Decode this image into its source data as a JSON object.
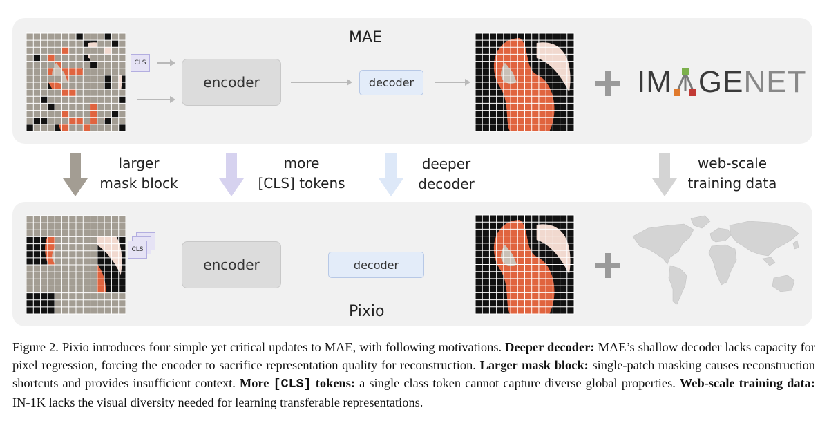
{
  "top_panel": {
    "title": "MAE",
    "cls_label": "CLS",
    "encoder_label": "encoder",
    "decoder_label": "decoder",
    "dataset_logo_text": [
      "IM",
      "GE",
      "NET"
    ]
  },
  "bottom_panel": {
    "title": "Pixio",
    "cls_label": "CLS",
    "encoder_label": "encoder",
    "decoder_label": "decoder"
  },
  "updates": [
    {
      "line1": "larger",
      "line2": "mask block",
      "arrow_color": "#a39d93"
    },
    {
      "line1": "more",
      "line2": "[CLS] tokens",
      "arrow_color": "#d6d2ef"
    },
    {
      "line1": "deeper",
      "line2": "decoder",
      "arrow_color": "#dde8f8"
    },
    {
      "line1": "web-scale",
      "line2": "training data",
      "arrow_color": "#d4d4d4"
    }
  ],
  "caption": {
    "figure_label": "Figure 2.",
    "intro": " Pixio introduces four simple yet critical updates to MAE, with following motivations. ",
    "p1_head": "Deeper decoder:",
    "p1_body": " MAE’s shallow decoder lacks capacity for pixel regression, forcing the encoder to sacrifice representation quality for reconstruction. ",
    "p2_head": "Larger mask block:",
    "p2_body": " single-patch masking causes reconstruction shortcuts and provides insufficient context. ",
    "p3_head_a": "More ",
    "p3_head_mono": "[CLS]",
    "p3_head_b": " tokens:",
    "p3_body": " a single class token cannot capture diverse global properties. ",
    "p4_head": "Web-scale training data:",
    "p4_body": " IN-1K lacks the visual diversity needed for learning transferable representations."
  },
  "colors": {
    "panel_bg": "#f1f1f1",
    "mask_patch": "#a39d93",
    "encoder_fill": "#dcdcdc",
    "decoder_fill": "#e3ecf9",
    "cls_fill": "#e6e3f5",
    "flamingo": "#e0643f",
    "imagenet_text": "#3a3a3a",
    "map_fill": "#d4d4d4"
  }
}
